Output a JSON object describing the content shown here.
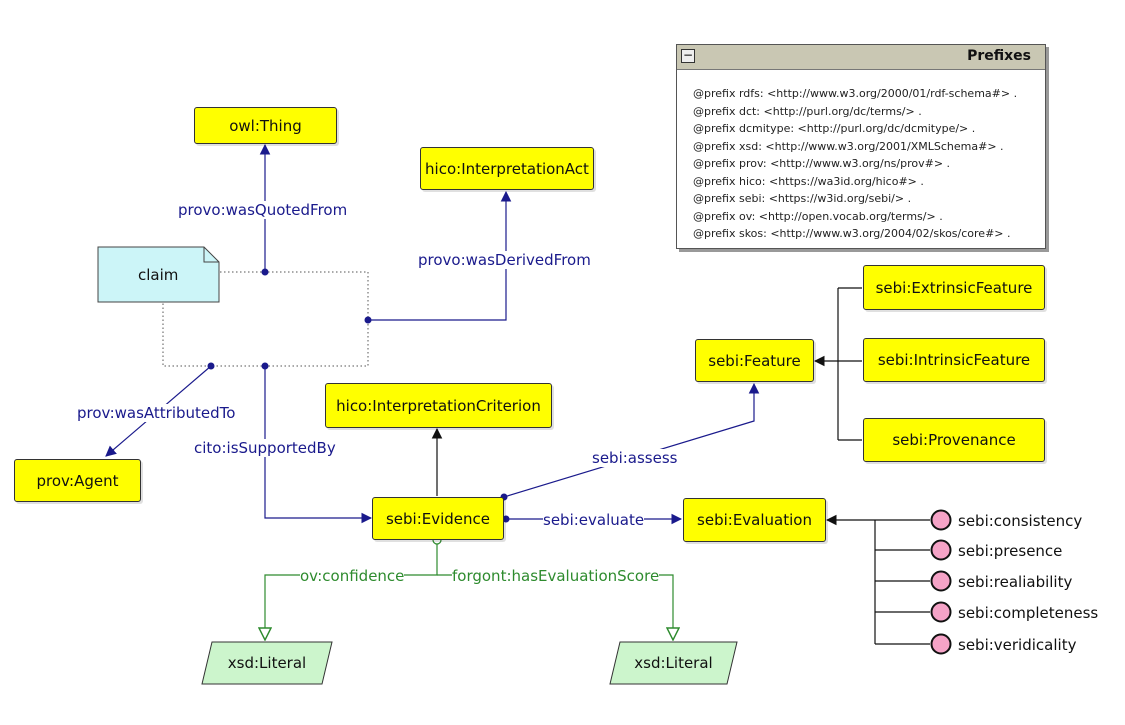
{
  "diagram": {
    "classes": {
      "owl_thing": "owl:Thing",
      "interpretation_act": "hico:InterpretationAct",
      "interpretation_criterion": "hico:InterpretationCriterion",
      "feature": "sebi:Feature",
      "extrinsic_feature": "sebi:ExtrinsicFeature",
      "intrinsic_feature": "sebi:IntrinsicFeature",
      "provenance": "sebi:Provenance",
      "agent": "prov:Agent",
      "evidence": "sebi:Evidence",
      "evaluation": "sebi:Evaluation"
    },
    "note": "claim",
    "literals": [
      "xsd:Literal",
      "xsd:Literal"
    ],
    "properties": {
      "was_quoted_from": "provo:wasQuotedFrom",
      "was_derived_from": "provo:wasDerivedFrom",
      "was_attributed_to": "prov:wasAttributedTo",
      "is_supported_by": "cito:isSupportedBy",
      "assess": "sebi:assess",
      "evaluate": "sebi:evaluate",
      "confidence": "ov:confidence",
      "has_evaluation_score": "forgont:hasEvaluationScore"
    },
    "individuals": [
      "sebi:consistency",
      "sebi:presence",
      "sebi:realiability",
      "sebi:completeness",
      "sebi:veridicality"
    ],
    "colors": {
      "class_fill": "#ffff00",
      "note_fill": "#ccf5f8",
      "literal_fill": "#ccf5cc",
      "individual_fill": "#f5a3c7",
      "object_property": "#1a1a8c",
      "data_property": "#2e8b2e"
    }
  },
  "prefixes_panel": {
    "title": "Prefixes",
    "collapse_icon": "−",
    "lines": [
      "@prefix rdfs: <http://www.w3.org/2000/01/rdf-schema#> .",
      "@prefix dct: <http://purl.org/dc/terms/> .",
      "@prefix dcmitype: <http://purl.org/dc/dcmitype/> .",
      "@prefix xsd: <http://www.w3.org/2001/XMLSchema#> .",
      "@prefix prov: <http://www.w3.org/ns/prov#> .",
      "@prefix hico: <https://wa3id.org/hico#> .",
      "@prefix sebi: <https://w3id.org/sebi/> .",
      "@prefix ov: <http://open.vocab.org/terms/> .",
      "@prefix skos: <http://www.w3.org/2004/02/skos/core#> ."
    ]
  }
}
